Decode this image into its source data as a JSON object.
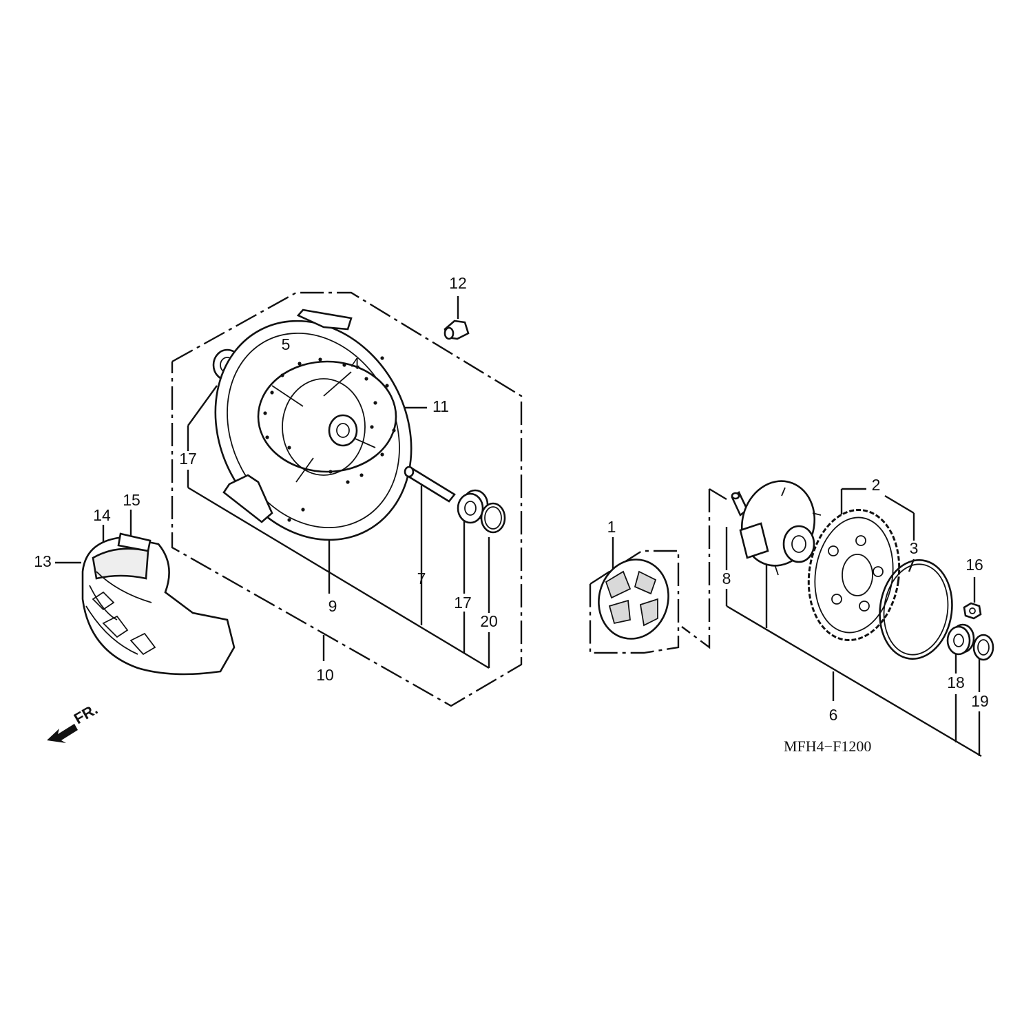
{
  "diagram_code": "MFH4−F1200",
  "direction_label": "FR.",
  "callouts": [
    {
      "id": "c1",
      "number": "1"
    },
    {
      "id": "c2",
      "number": "2"
    },
    {
      "id": "c3",
      "number": "3"
    },
    {
      "id": "c4",
      "number": "4"
    },
    {
      "id": "c5",
      "number": "5"
    },
    {
      "id": "c6",
      "number": "6"
    },
    {
      "id": "c7",
      "number": "7"
    },
    {
      "id": "c8",
      "number": "8"
    },
    {
      "id": "c9",
      "number": "9"
    },
    {
      "id": "c10",
      "number": "10"
    },
    {
      "id": "c11",
      "number": "11"
    },
    {
      "id": "c12",
      "number": "12"
    },
    {
      "id": "c13",
      "number": "13"
    },
    {
      "id": "c14",
      "number": "14"
    },
    {
      "id": "c15",
      "number": "15"
    },
    {
      "id": "c16",
      "number": "16"
    },
    {
      "id": "c17a",
      "number": "17"
    },
    {
      "id": "c17b",
      "number": "17"
    },
    {
      "id": "c18",
      "number": "18"
    },
    {
      "id": "c19",
      "number": "19"
    },
    {
      "id": "c20",
      "number": "20"
    }
  ],
  "icons": {
    "front_arrow": "front-direction-arrow-icon"
  }
}
